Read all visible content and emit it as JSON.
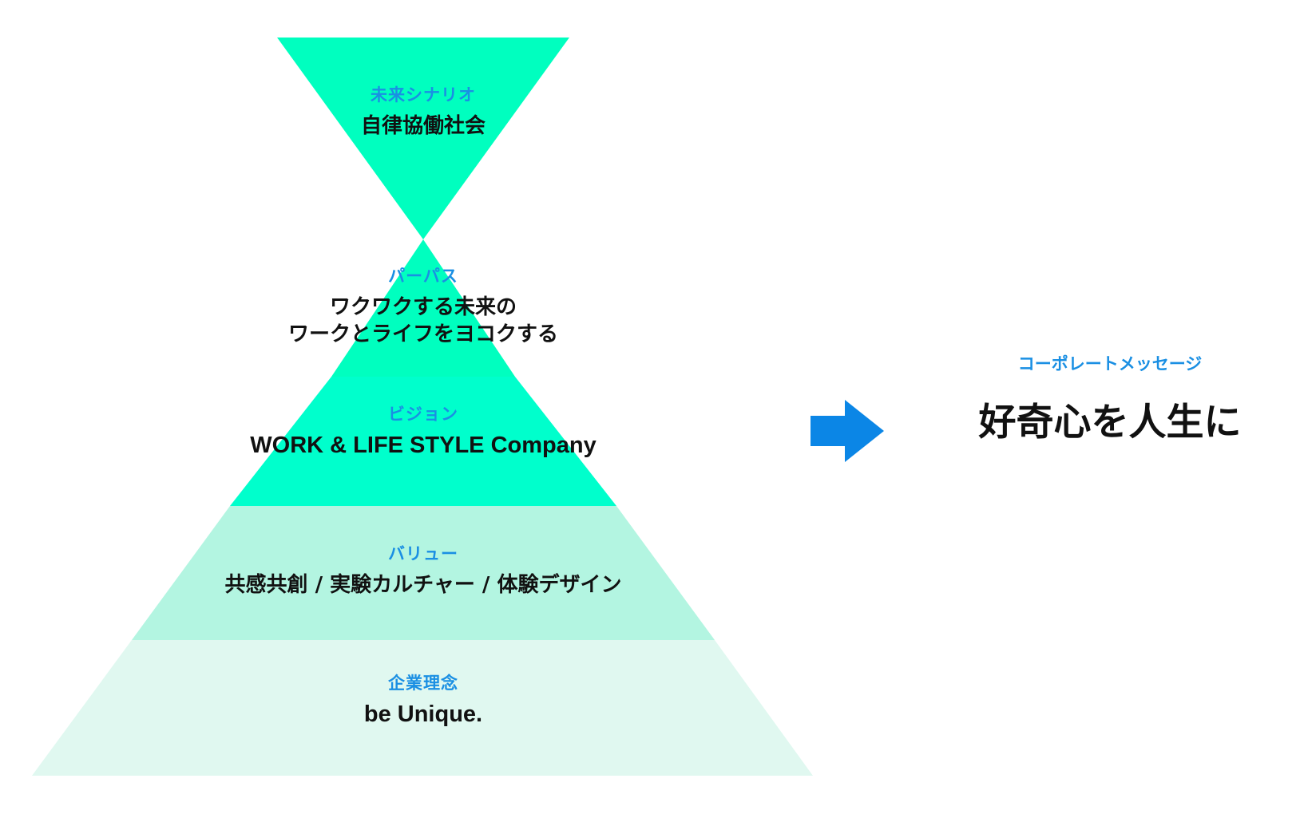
{
  "colors": {
    "accent_label": "#1a8fe3",
    "arrow": "#0b86e6",
    "text": "#111111",
    "bright_green": "#00ffbf",
    "mid_green": "#00ffcc",
    "pale_green": "#b3f5e1",
    "palest_green": "#e0f8f0"
  },
  "layers": [
    {
      "label": "未来シナリオ",
      "value": "自律協働社会",
      "fill": "#00ffbf"
    },
    {
      "label": "パーパス",
      "value": "ワクワクする未来の\nワークとライフをヨコクする",
      "fill": "#00ffbf"
    },
    {
      "label": "ビジョン",
      "value": "WORK & LIFE STYLE Company",
      "fill": "#00ffcc"
    },
    {
      "label": "バリュー",
      "value": "共感共創 / 実験カルチャー / 体験デザイン",
      "fill": "#b3f5e1"
    },
    {
      "label": "企業理念",
      "value": "be Unique.",
      "fill": "#e0f8f0"
    }
  ],
  "arrow_icon": "right-arrow-icon",
  "corporate_message": {
    "label": "コーポレートメッセージ",
    "text": "好奇心を人生に"
  }
}
